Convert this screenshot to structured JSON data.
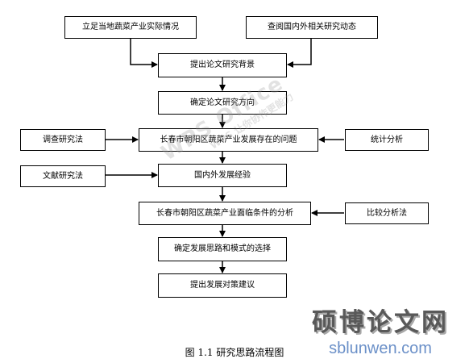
{
  "flowchart": {
    "top_left": "立足当地蔬菜产业实际情况",
    "top_right": "查阅国内外相关研究动态",
    "step1": "提出论文研究背景",
    "step2": "确定论文研究方向",
    "step3": "长春市朝阳区蔬菜产业发展存在的问题",
    "step4": "国内外发展经验",
    "step5": "长春市朝阳区蔬菜产业面临条件的分析",
    "step6": "确定发展思路和模式的选择",
    "step7": "提出发展对策建议",
    "method_survey": "调查研究法",
    "method_literature": "文献研究法",
    "method_statistics": "统计分析",
    "method_comparison": "比较分析法"
  },
  "caption": "图 1.1  研究思路流程图",
  "watermark": {
    "main": "WPS Office",
    "sub": "WPS 让你协作更能力"
  },
  "brand": {
    "name": "硕博论文网",
    "url": "sblunwen.com"
  }
}
